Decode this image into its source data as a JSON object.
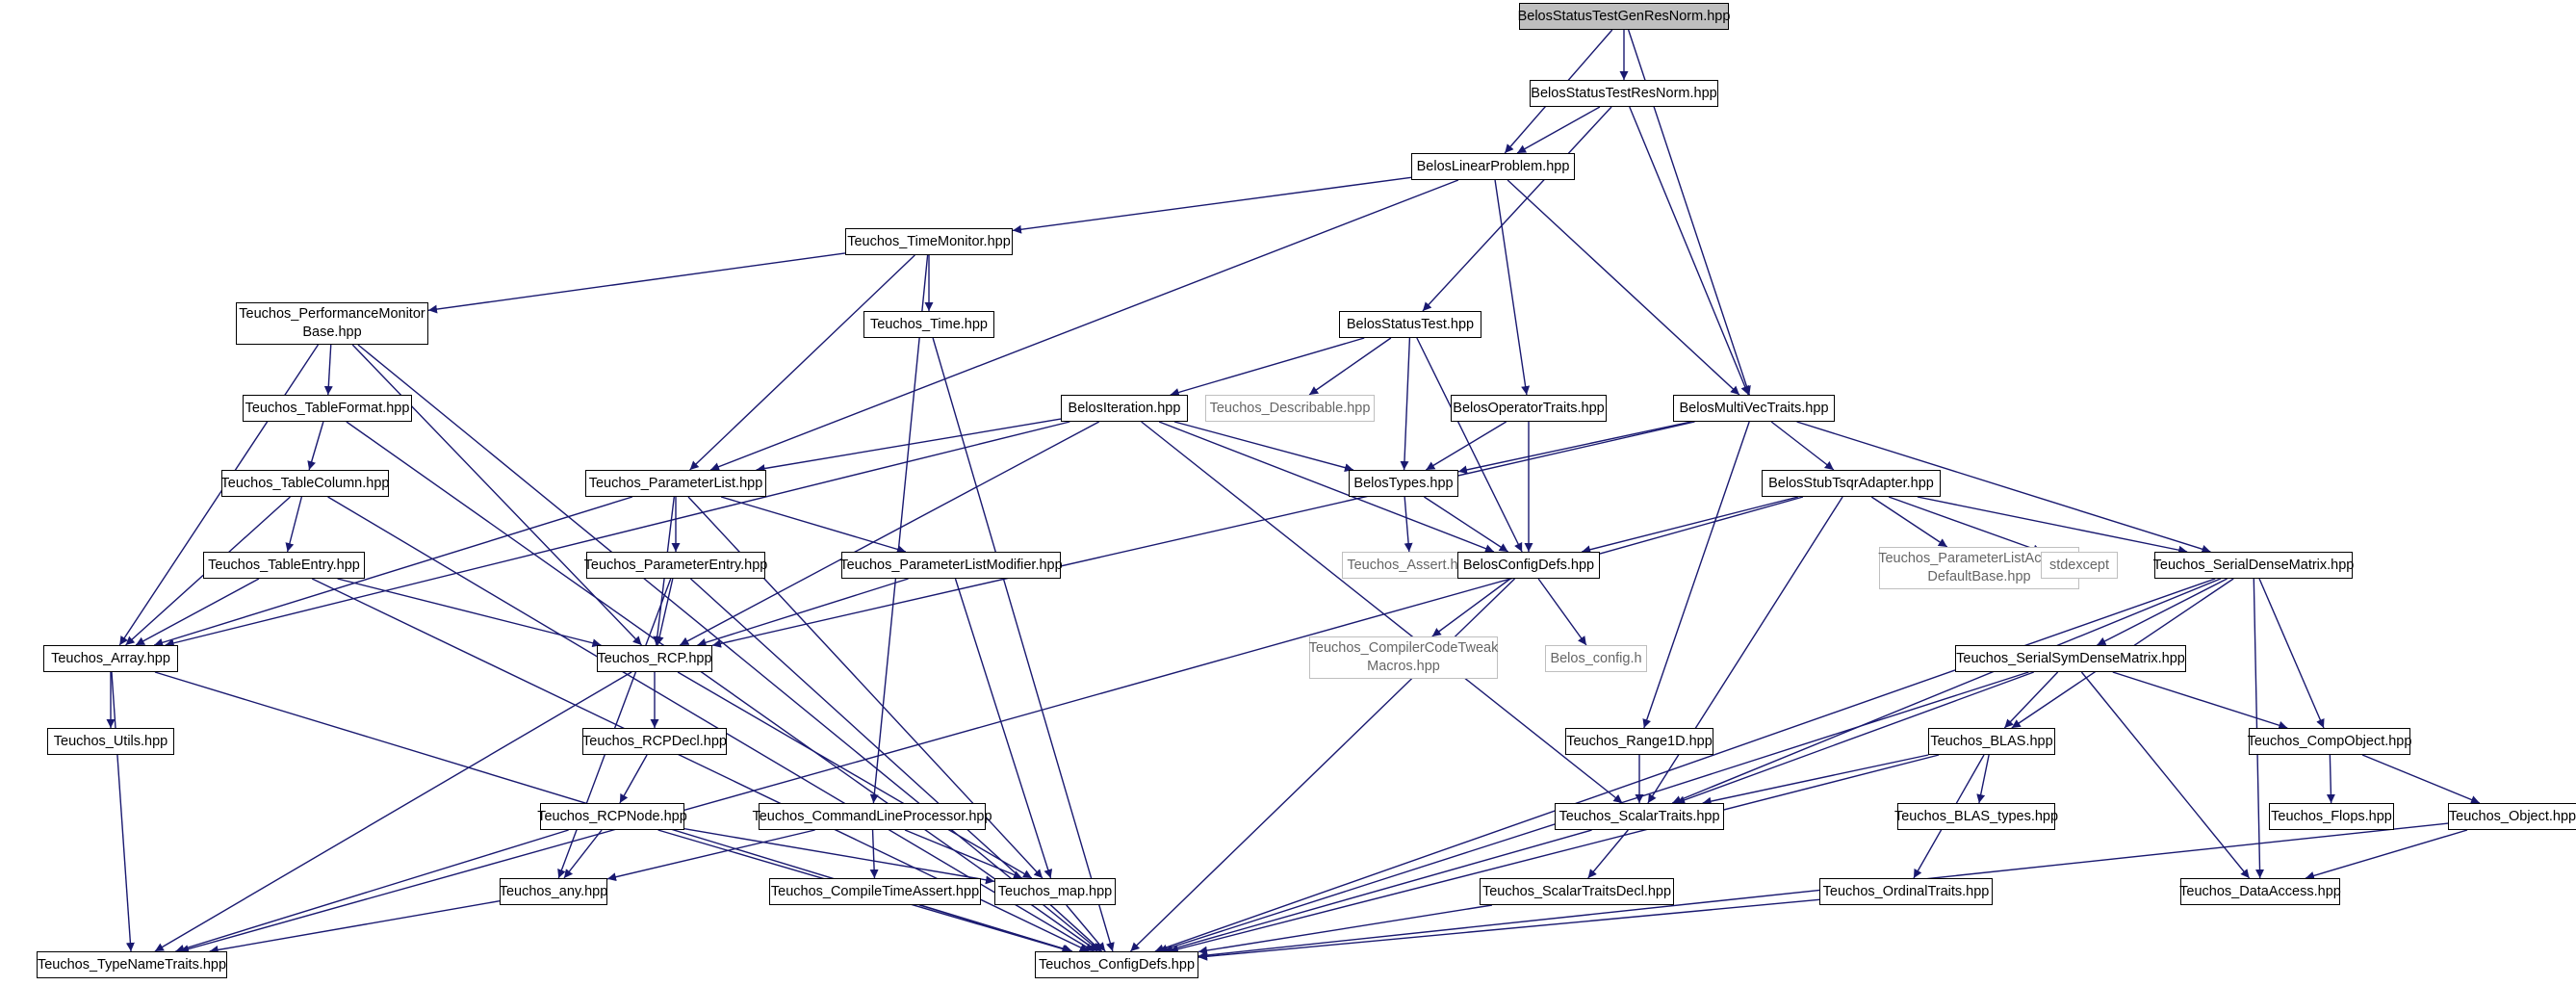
{
  "graph": {
    "edge_color": "#191970",
    "external_border_color": "#bfbfbf",
    "root_fill": "#bfbfbf",
    "nodes": [
      {
        "id": "root",
        "label": "BelosStatusTestGenResNorm.hpp",
        "kind": "root"
      },
      {
        "id": "resnorm",
        "label": "BelosStatusTestResNorm.hpp",
        "kind": "normal"
      },
      {
        "id": "linprob",
        "label": "BelosLinearProblem.hpp",
        "kind": "normal"
      },
      {
        "id": "timemon",
        "label": "Teuchos_TimeMonitor.hpp",
        "kind": "normal"
      },
      {
        "id": "perfmon",
        "label": "Teuchos_PerformanceMonitor\nBase.hpp",
        "kind": "normal"
      },
      {
        "id": "time",
        "label": "Teuchos_Time.hpp",
        "kind": "normal"
      },
      {
        "id": "statustest",
        "label": "BelosStatusTest.hpp",
        "kind": "normal"
      },
      {
        "id": "describable",
        "label": "Teuchos_Describable.hpp",
        "kind": "external"
      },
      {
        "id": "optraits",
        "label": "BelosOperatorTraits.hpp",
        "kind": "normal"
      },
      {
        "id": "mvtraits",
        "label": "BelosMultiVecTraits.hpp",
        "kind": "normal"
      },
      {
        "id": "tableformat",
        "label": "Teuchos_TableFormat.hpp",
        "kind": "normal"
      },
      {
        "id": "iteration",
        "label": "BelosIteration.hpp",
        "kind": "normal"
      },
      {
        "id": "tablecolumn",
        "label": "Teuchos_TableColumn.hpp",
        "kind": "normal"
      },
      {
        "id": "paramlist",
        "label": "Teuchos_ParameterList.hpp",
        "kind": "normal"
      },
      {
        "id": "belostypes",
        "label": "BelosTypes.hpp",
        "kind": "normal"
      },
      {
        "id": "tsqr",
        "label": "BelosStubTsqrAdapter.hpp",
        "kind": "normal"
      },
      {
        "id": "tableentry",
        "label": "Teuchos_TableEntry.hpp",
        "kind": "normal"
      },
      {
        "id": "paramentry",
        "label": "Teuchos_ParameterEntry.hpp",
        "kind": "normal"
      },
      {
        "id": "plmodifier",
        "label": "Teuchos_ParameterListModifier.hpp",
        "kind": "normal"
      },
      {
        "id": "assert",
        "label": "Teuchos_Assert.hpp",
        "kind": "external"
      },
      {
        "id": "configdefs_b",
        "label": "BelosConfigDefs.hpp",
        "kind": "normal"
      },
      {
        "id": "placceptor",
        "label": "Teuchos_ParameterListAcceptor\nDefaultBase.hpp",
        "kind": "external"
      },
      {
        "id": "stdexcept",
        "label": "stdexcept",
        "kind": "external"
      },
      {
        "id": "serialdense",
        "label": "Teuchos_SerialDenseMatrix.hpp",
        "kind": "normal"
      },
      {
        "id": "array",
        "label": "Teuchos_Array.hpp",
        "kind": "normal"
      },
      {
        "id": "rcp",
        "label": "Teuchos_RCP.hpp",
        "kind": "normal"
      },
      {
        "id": "tweak",
        "label": "Teuchos_CompilerCodeTweak\nMacros.hpp",
        "kind": "external"
      },
      {
        "id": "belosconfig",
        "label": "Belos_config.h",
        "kind": "external"
      },
      {
        "id": "symdense",
        "label": "Teuchos_SerialSymDenseMatrix.hpp",
        "kind": "normal"
      },
      {
        "id": "utils",
        "label": "Teuchos_Utils.hpp",
        "kind": "normal"
      },
      {
        "id": "rcpdecl",
        "label": "Teuchos_RCPDecl.hpp",
        "kind": "normal"
      },
      {
        "id": "range1d",
        "label": "Teuchos_Range1D.hpp",
        "kind": "normal"
      },
      {
        "id": "blas",
        "label": "Teuchos_BLAS.hpp",
        "kind": "normal"
      },
      {
        "id": "compobject",
        "label": "Teuchos_CompObject.hpp",
        "kind": "normal"
      },
      {
        "id": "rcpnode",
        "label": "Teuchos_RCPNode.hpp",
        "kind": "normal"
      },
      {
        "id": "clp",
        "label": "Teuchos_CommandLineProcessor.hpp",
        "kind": "normal"
      },
      {
        "id": "scalartraits",
        "label": "Teuchos_ScalarTraits.hpp",
        "kind": "normal"
      },
      {
        "id": "blastypes",
        "label": "Teuchos_BLAS_types.hpp",
        "kind": "normal"
      },
      {
        "id": "flops",
        "label": "Teuchos_Flops.hpp",
        "kind": "normal"
      },
      {
        "id": "object",
        "label": "Teuchos_Object.hpp",
        "kind": "normal"
      },
      {
        "id": "any",
        "label": "Teuchos_any.hpp",
        "kind": "normal"
      },
      {
        "id": "compiletime",
        "label": "Teuchos_CompileTimeAssert.hpp",
        "kind": "normal"
      },
      {
        "id": "map",
        "label": "Teuchos_map.hpp",
        "kind": "normal"
      },
      {
        "id": "stdecl",
        "label": "Teuchos_ScalarTraitsDecl.hpp",
        "kind": "normal"
      },
      {
        "id": "ordinal",
        "label": "Teuchos_OrdinalTraits.hpp",
        "kind": "normal"
      },
      {
        "id": "dataaccess",
        "label": "Teuchos_DataAccess.hpp",
        "kind": "normal"
      },
      {
        "id": "typename",
        "label": "Teuchos_TypeNameTraits.hpp",
        "kind": "normal"
      },
      {
        "id": "configdefs_t",
        "label": "Teuchos_ConfigDefs.hpp",
        "kind": "normal"
      }
    ],
    "edges": [
      [
        "root",
        "resnorm"
      ],
      [
        "root",
        "linprob"
      ],
      [
        "root",
        "mvtraits"
      ],
      [
        "resnorm",
        "linprob"
      ],
      [
        "resnorm",
        "statustest"
      ],
      [
        "resnorm",
        "mvtraits"
      ],
      [
        "linprob",
        "timemon"
      ],
      [
        "linprob",
        "paramlist"
      ],
      [
        "linprob",
        "optraits"
      ],
      [
        "linprob",
        "mvtraits"
      ],
      [
        "timemon",
        "perfmon"
      ],
      [
        "timemon",
        "time"
      ],
      [
        "timemon",
        "paramlist"
      ],
      [
        "timemon",
        "clp"
      ],
      [
        "perfmon",
        "tableformat"
      ],
      [
        "perfmon",
        "array"
      ],
      [
        "perfmon",
        "rcp"
      ],
      [
        "perfmon",
        "configdefs_t"
      ],
      [
        "time",
        "configdefs_t"
      ],
      [
        "statustest",
        "describable"
      ],
      [
        "statustest",
        "iteration"
      ],
      [
        "statustest",
        "belostypes"
      ],
      [
        "statustest",
        "configdefs_b"
      ],
      [
        "optraits",
        "belostypes"
      ],
      [
        "optraits",
        "configdefs_b"
      ],
      [
        "mvtraits",
        "belostypes"
      ],
      [
        "mvtraits",
        "tsqr"
      ],
      [
        "mvtraits",
        "serialdense"
      ],
      [
        "mvtraits",
        "rcp"
      ],
      [
        "mvtraits",
        "range1d"
      ],
      [
        "tableformat",
        "tablecolumn"
      ],
      [
        "tableformat",
        "configdefs_t"
      ],
      [
        "iteration",
        "array"
      ],
      [
        "iteration",
        "paramlist"
      ],
      [
        "iteration",
        "belostypes"
      ],
      [
        "iteration",
        "configdefs_b"
      ],
      [
        "iteration",
        "rcp"
      ],
      [
        "iteration",
        "scalartraits"
      ],
      [
        "tablecolumn",
        "tableentry"
      ],
      [
        "tablecolumn",
        "array"
      ],
      [
        "tablecolumn",
        "configdefs_t"
      ],
      [
        "paramlist",
        "array"
      ],
      [
        "paramlist",
        "paramentry"
      ],
      [
        "paramlist",
        "plmodifier"
      ],
      [
        "paramlist",
        "rcp"
      ],
      [
        "paramlist",
        "map"
      ],
      [
        "belostypes",
        "assert"
      ],
      [
        "belostypes",
        "configdefs_b"
      ],
      [
        "tsqr",
        "configdefs_b"
      ],
      [
        "tsqr",
        "placceptor"
      ],
      [
        "tsqr",
        "stdexcept"
      ],
      [
        "tsqr",
        "serialdense"
      ],
      [
        "tsqr",
        "scalartraits"
      ],
      [
        "tsqr",
        "typename"
      ],
      [
        "tableentry",
        "array"
      ],
      [
        "tableentry",
        "rcp"
      ],
      [
        "tableentry",
        "configdefs_t"
      ],
      [
        "paramentry",
        "rcp"
      ],
      [
        "paramentry",
        "any"
      ],
      [
        "paramentry",
        "configdefs_t"
      ],
      [
        "plmodifier",
        "rcp"
      ],
      [
        "plmodifier",
        "map"
      ],
      [
        "configdefs_b",
        "tweak"
      ],
      [
        "configdefs_b",
        "belosconfig"
      ],
      [
        "configdefs_b",
        "configdefs_t"
      ],
      [
        "serialdense",
        "symdense"
      ],
      [
        "serialdense",
        "blas"
      ],
      [
        "serialdense",
        "compobject"
      ],
      [
        "serialdense",
        "dataaccess"
      ],
      [
        "serialdense",
        "scalartraits"
      ],
      [
        "serialdense",
        "configdefs_t"
      ],
      [
        "array",
        "utils"
      ],
      [
        "array",
        "typename"
      ],
      [
        "array",
        "configdefs_t"
      ],
      [
        "rcp",
        "rcpdecl"
      ],
      [
        "rcp",
        "typename"
      ],
      [
        "rcp",
        "map"
      ],
      [
        "symdense",
        "blas"
      ],
      [
        "symdense",
        "compobject"
      ],
      [
        "symdense",
        "scalartraits"
      ],
      [
        "symdense",
        "dataaccess"
      ],
      [
        "symdense",
        "configdefs_t"
      ],
      [
        "rcpdecl",
        "rcpnode"
      ],
      [
        "range1d",
        "scalartraits"
      ],
      [
        "blas",
        "blastypes"
      ],
      [
        "blas",
        "scalartraits"
      ],
      [
        "blas",
        "ordinal"
      ],
      [
        "blas",
        "configdefs_t"
      ],
      [
        "compobject",
        "flops"
      ],
      [
        "compobject",
        "object"
      ],
      [
        "rcpnode",
        "any"
      ],
      [
        "rcpnode",
        "map"
      ],
      [
        "rcpnode",
        "typename"
      ],
      [
        "rcpnode",
        "configdefs_t"
      ],
      [
        "clp",
        "any"
      ],
      [
        "clp",
        "compiletime"
      ],
      [
        "clp",
        "map"
      ],
      [
        "scalartraits",
        "stdecl"
      ],
      [
        "scalartraits",
        "configdefs_t"
      ],
      [
        "object",
        "dataaccess"
      ],
      [
        "object",
        "configdefs_t"
      ],
      [
        "any",
        "typename"
      ],
      [
        "compiletime",
        "configdefs_t"
      ],
      [
        "map",
        "configdefs_t"
      ],
      [
        "stdecl",
        "configdefs_t"
      ],
      [
        "ordinal",
        "configdefs_t"
      ]
    ]
  }
}
